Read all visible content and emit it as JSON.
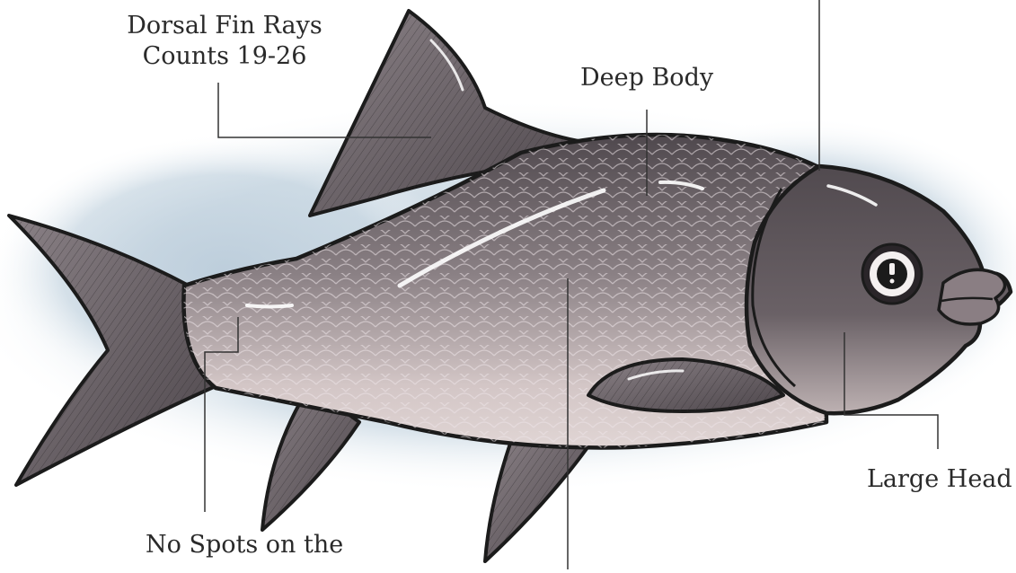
{
  "diagram": {
    "labels": {
      "dorsal_fin": {
        "line1": "Dorsal Fin Rays",
        "line2": "Counts 19-26"
      },
      "deep_body": "Deep Body",
      "large_head": "Large Head",
      "no_spots": "No Spots on the"
    }
  },
  "colors": {
    "background_wash": "#b9cbd9",
    "body_dark": "#5f575c",
    "body_light": "#d9cccc",
    "fin": "#6b6469",
    "head": "#5a5257",
    "outline": "#1b1b1b",
    "leader_line": "#333333"
  }
}
